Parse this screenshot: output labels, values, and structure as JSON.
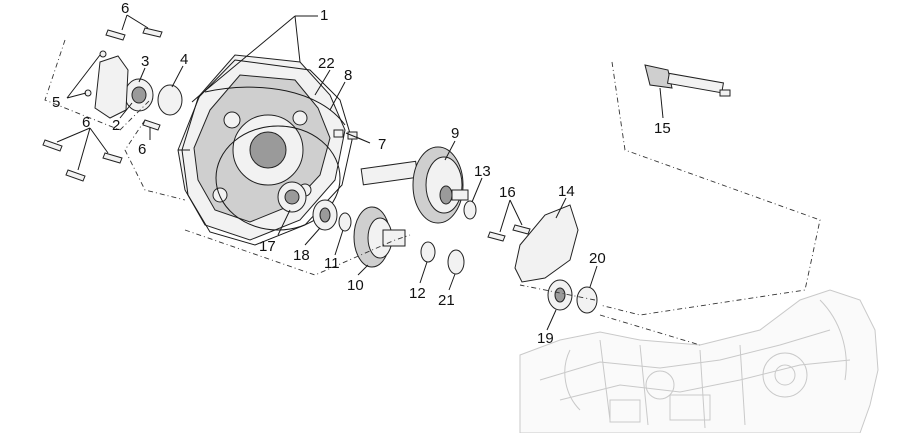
{
  "diagram": {
    "callouts": [
      {
        "id": "c1",
        "text": "1"
      },
      {
        "id": "c2",
        "text": "2"
      },
      {
        "id": "c3",
        "text": "3"
      },
      {
        "id": "c4",
        "text": "4"
      },
      {
        "id": "c5",
        "text": "5"
      },
      {
        "id": "c6a",
        "text": "6"
      },
      {
        "id": "c6b",
        "text": "6"
      },
      {
        "id": "c6c",
        "text": "6"
      },
      {
        "id": "c7",
        "text": "7"
      },
      {
        "id": "c8",
        "text": "8"
      },
      {
        "id": "c9",
        "text": "9"
      },
      {
        "id": "c10",
        "text": "10"
      },
      {
        "id": "c11",
        "text": "11"
      },
      {
        "id": "c12",
        "text": "12"
      },
      {
        "id": "c13",
        "text": "13"
      },
      {
        "id": "c14",
        "text": "14"
      },
      {
        "id": "c15",
        "text": "15"
      },
      {
        "id": "c16",
        "text": "16"
      },
      {
        "id": "c17",
        "text": "17"
      },
      {
        "id": "c18",
        "text": "18"
      },
      {
        "id": "c19",
        "text": "19"
      },
      {
        "id": "c20",
        "text": "20"
      },
      {
        "id": "c21",
        "text": "21"
      },
      {
        "id": "c22",
        "text": "22"
      }
    ]
  }
}
